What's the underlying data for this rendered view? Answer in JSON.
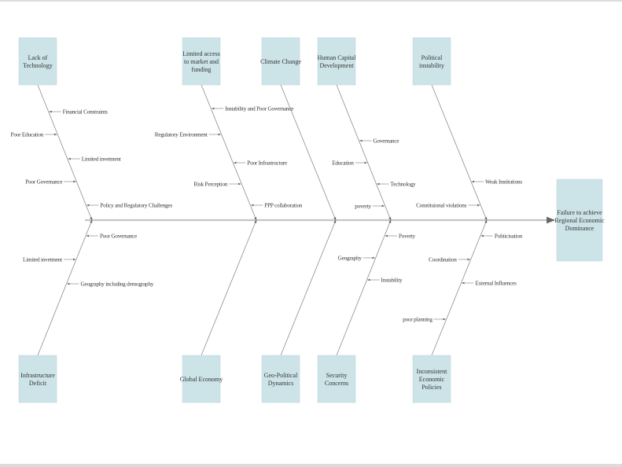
{
  "effect": "Failure to achieve Regional Economic Dominance",
  "top": [
    {
      "category": "Lack of Technology",
      "causes": [
        "Financial Constraints",
        "Poor Education",
        "Limited invetment",
        "Poor Governance",
        "Policy and Regulatory Challenges"
      ]
    },
    {
      "category": "Limited access to market and funding",
      "causes": [
        "Instability and Poor Governance",
        "Regulatory Environment",
        "Poor Infrastructure",
        "Risk Perception",
        "PPP collaboration"
      ]
    },
    {
      "category": "Climate Change",
      "causes": []
    },
    {
      "category": "Human Capital Development",
      "causes": [
        "Governance",
        "Education",
        "Technology",
        "poverty"
      ]
    },
    {
      "category": "Political instability",
      "causes": [
        "Weak Institutions",
        "Constituional violations"
      ]
    }
  ],
  "bottom": [
    {
      "category": "Infrastructure Deficit",
      "causes": [
        "Poor Governance",
        "Limited invetment",
        "Geography including demography"
      ]
    },
    {
      "category": "Global Economy",
      "causes": []
    },
    {
      "category": "Geo-Political Dynamics",
      "causes": []
    },
    {
      "category": "Security Concerns",
      "causes": [
        "Poverty",
        "Geography",
        "Instability"
      ]
    },
    {
      "category": "Inconsistent Economic Policies",
      "causes": [
        "Politicisation",
        "Coordination",
        "External Influences",
        "poor planning"
      ]
    }
  ]
}
